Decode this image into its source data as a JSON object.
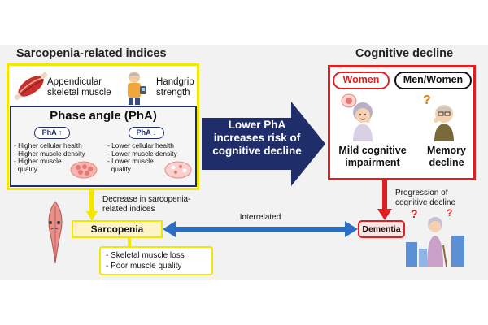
{
  "left_panel": {
    "title": "Sarcopenia-related indices",
    "appendicular": {
      "line1": "Appendicular",
      "line2": "skeletal muscle"
    },
    "handgrip": {
      "line1": "Handgrip",
      "line2": "strength"
    },
    "phase_angle": {
      "title": "Phase angle (PhA)",
      "high_badge": "PhA ↑",
      "low_badge": "PhA ↓",
      "high_items": [
        "- Higher cellular health",
        "- Higher muscle density",
        "- Higher muscle",
        "  quality"
      ],
      "low_items": [
        "- Lower cellular health",
        "- Lower muscle density",
        "- Lower muscle",
        "  quality"
      ]
    }
  },
  "center_arrow": {
    "line1": "Lower PhA",
    "line2": "increases risk of",
    "line3": "cognitive decline"
  },
  "right_panel": {
    "title": "Cognitive decline",
    "women_badge": "Women",
    "menwomen_badge": "Men/Women",
    "mci": {
      "line1": "Mild cognitive",
      "line2": "impairment"
    },
    "memory": {
      "line1": "Memory",
      "line2": "decline"
    }
  },
  "progression": {
    "line1": "Progression of",
    "line2": "cognitive decline"
  },
  "decrease": {
    "line1": "Decrease in sarcopenia-",
    "line2": "related indices"
  },
  "sarcopenia_label": "Sarcopenia",
  "dementia_label": "Dementia",
  "interrelated_label": "Interrelated",
  "sarcopenia_details": [
    "- Skeletal muscle loss",
    "- Poor muscle quality"
  ],
  "colors": {
    "yellow": "#f3e600",
    "red": "#e02020",
    "navy": "#1f2d6b",
    "blue": "#2a6fc4",
    "panel_gray": "#f2f2f2"
  }
}
